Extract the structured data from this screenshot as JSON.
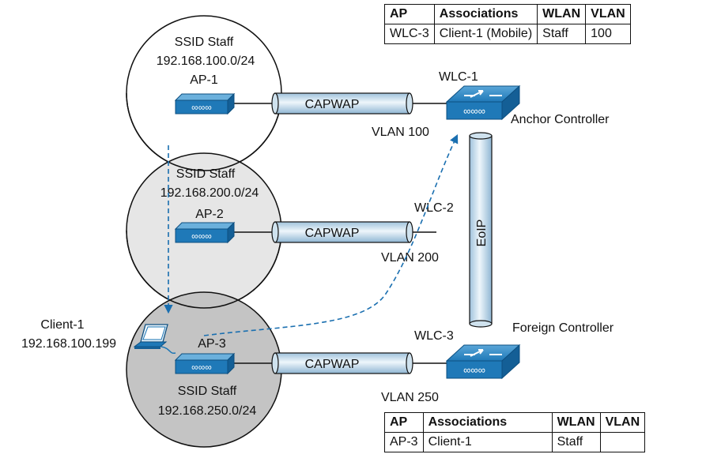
{
  "cells": [
    {
      "ssid": "SSID Staff",
      "subnet": "192.168.100.0/24",
      "ap": "AP-1",
      "tunnel": "CAPWAP"
    },
    {
      "ssid": "SSID Staff",
      "subnet": "192.168.200.0/24",
      "ap": "AP-2",
      "tunnel": "CAPWAP"
    },
    {
      "ssid": "SSID Staff",
      "subnet": "192.168.250.0/24",
      "ap": "AP-3",
      "tunnel": "CAPWAP"
    }
  ],
  "controllers": {
    "wlc1": {
      "name": "WLC-1",
      "role": "Anchor Controller",
      "vlan": "VLAN 100"
    },
    "wlc2": {
      "name": "WLC-2",
      "vlan": "VLAN 200"
    },
    "wlc3": {
      "name": "WLC-3",
      "role": "Foreign Controller",
      "vlan": "VLAN 250"
    }
  },
  "eoip_label": "EoIP",
  "client": {
    "name": "Client-1",
    "ip": "192.168.100.199"
  },
  "table_top": {
    "headers": [
      "AP",
      "Associations",
      "WLAN",
      "VLAN"
    ],
    "row": [
      "WLC-3",
      "Client-1 (Mobile)",
      "Staff",
      "100"
    ]
  },
  "table_bottom": {
    "headers": [
      "AP",
      "Associations",
      "WLAN",
      "VLAN"
    ],
    "row": [
      "AP-3",
      "Client-1",
      "Staff",
      ""
    ]
  },
  "colors": {
    "cell1": "#ffffff",
    "cell2": "#e6e6e6",
    "cell3": "#c4c4c4",
    "device": "#1a74b4",
    "path": "#1a6fb0",
    "tube": "#c9deec"
  }
}
